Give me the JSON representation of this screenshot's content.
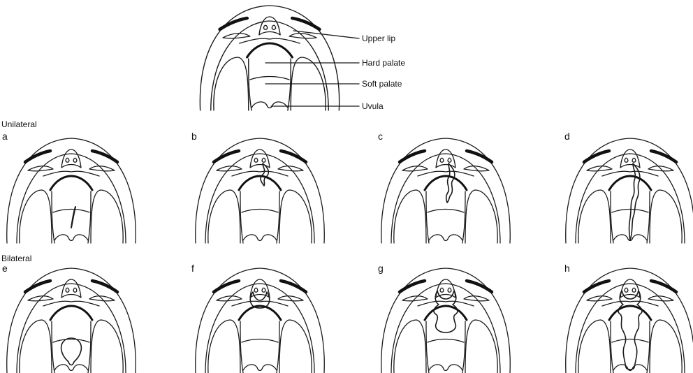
{
  "labels": {
    "upper_lip": "Upper lip",
    "hard_palate": "Hard palate",
    "soft_palate": "Soft palate",
    "uvula": "Uvula"
  },
  "sections": {
    "unilateral": "Unilateral",
    "bilateral": "Bilateral"
  },
  "panels": [
    {
      "letter": "a",
      "cleft": "soft-palate-only"
    },
    {
      "letter": "b",
      "cleft": "lip"
    },
    {
      "letter": "c",
      "cleft": "lip-and-hard-palate"
    },
    {
      "letter": "d",
      "cleft": "lip-hard-and-soft-palate"
    },
    {
      "letter": "e",
      "cleft": "soft-palate-only"
    },
    {
      "letter": "f",
      "cleft": "lip"
    },
    {
      "letter": "g",
      "cleft": "lip-and-hard-palate"
    },
    {
      "letter": "h",
      "cleft": "lip-hard-and-soft-palate"
    }
  ]
}
